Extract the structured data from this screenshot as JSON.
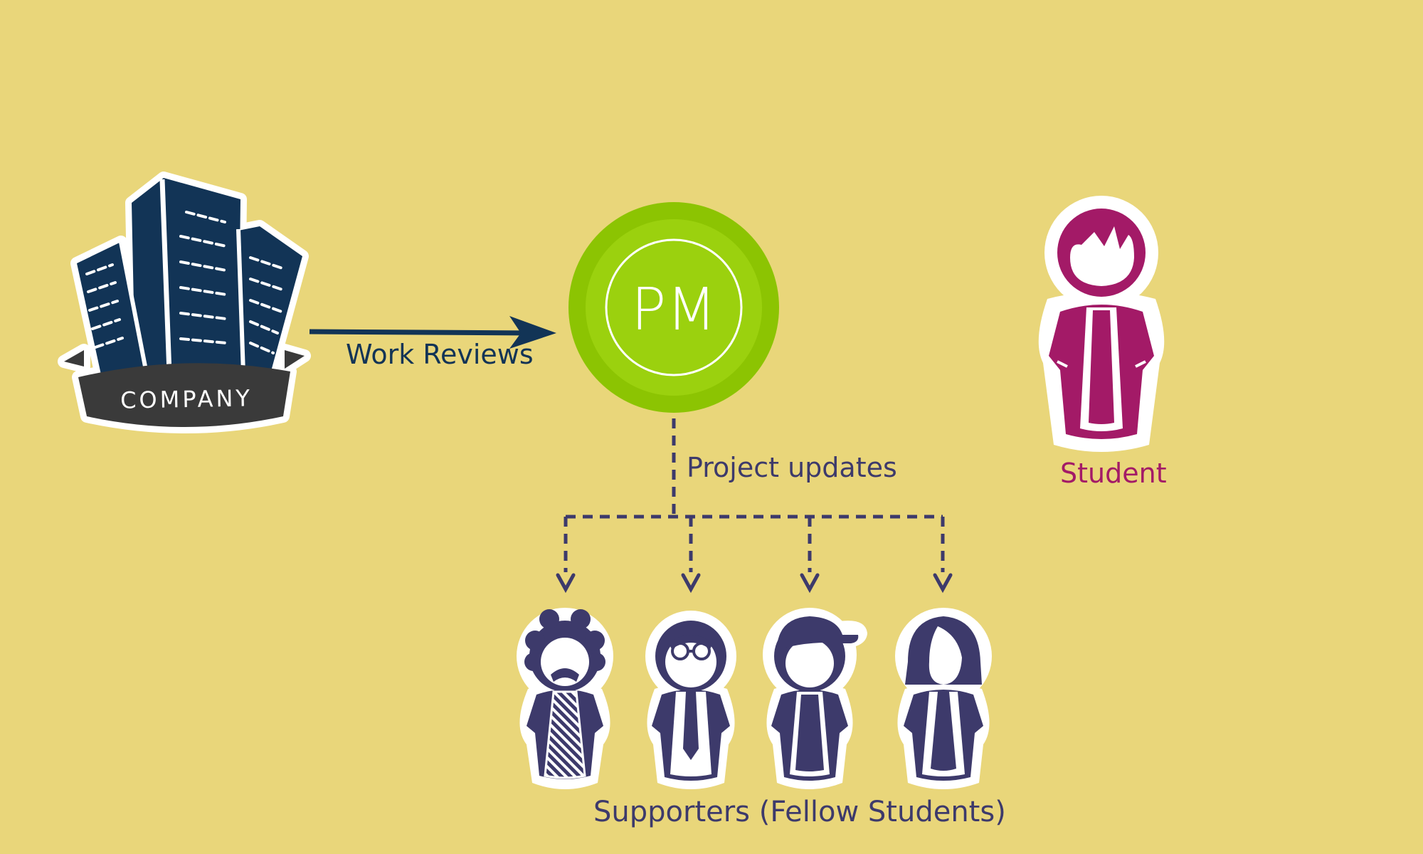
{
  "colors": {
    "background": "#E9D67A",
    "navy": "#123456",
    "company_banner": "#3A3A3A",
    "pm_green_outer": "#8CC402",
    "pm_green_inner": "#9BD10E",
    "student_magenta": "#A31A67",
    "supporter_indigo": "#3D3A6B",
    "connector": "#3D3A6B",
    "outline_white": "#FFFFFF"
  },
  "company": {
    "icon": "office-buildings-icon",
    "label": "COMPANY"
  },
  "pm": {
    "label": "PM"
  },
  "work_reviews": {
    "label": "Work Reviews"
  },
  "project_updates": {
    "label": "Project updates"
  },
  "student": {
    "icon": "person-icon",
    "label": "Student"
  },
  "supporters": {
    "label": "Supporters (Fellow Students)",
    "people": [
      {
        "icon": "person-curly-hair-mustache-icon"
      },
      {
        "icon": "person-glasses-tie-icon"
      },
      {
        "icon": "person-cap-icon"
      },
      {
        "icon": "person-long-hair-icon"
      }
    ]
  }
}
